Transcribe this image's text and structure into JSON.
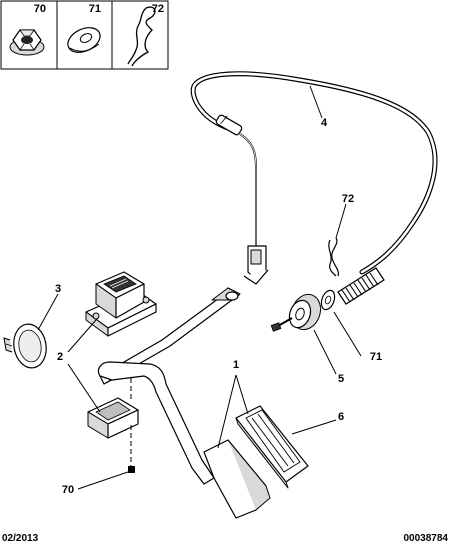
{
  "inset_refs": [
    "70",
    "71",
    "72"
  ],
  "callouts": {
    "c1": "1",
    "c2": "2",
    "c3": "3",
    "c4": "4",
    "c5": "5",
    "c6": "6",
    "c70": "70",
    "c71": "71",
    "c72": "72"
  },
  "footer": {
    "date": "02/2013",
    "ref": "00038784"
  }
}
